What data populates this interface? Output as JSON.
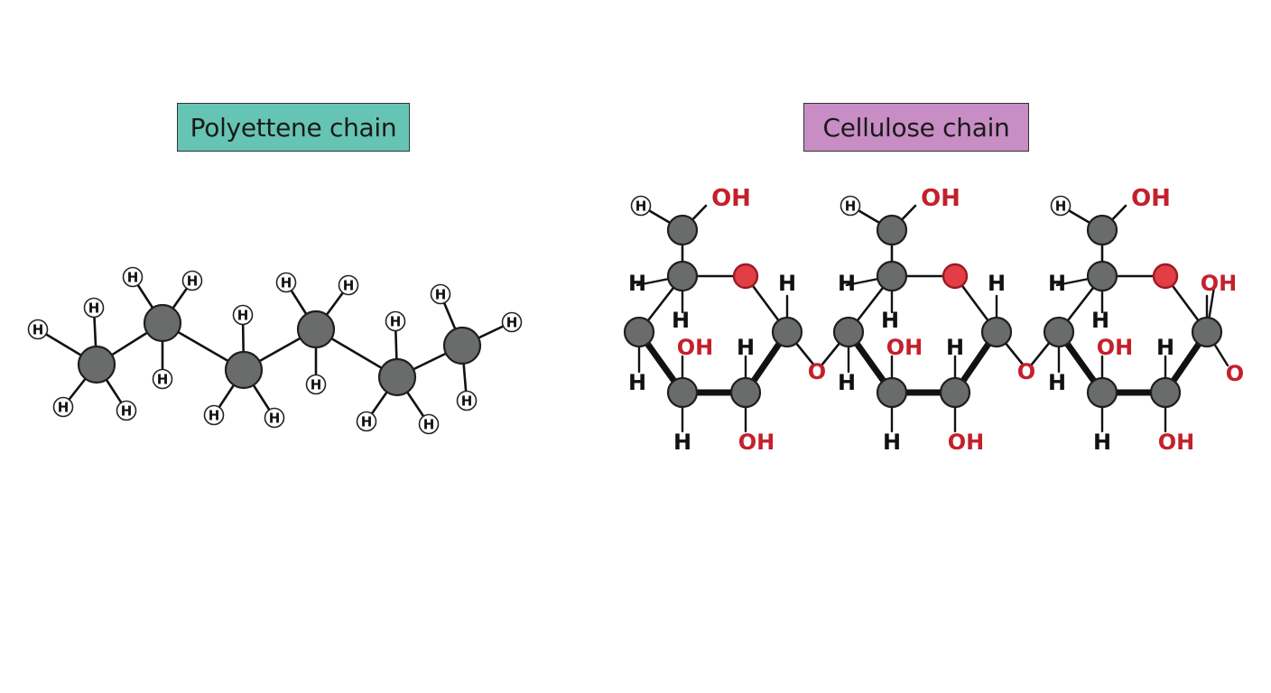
{
  "titles": {
    "left": "Polyettene chain",
    "right": "Cellulose chain"
  },
  "colors": {
    "left_title_bg": "#66C4B4",
    "right_title_bg": "#C78DC4",
    "carbon": "#6A6C6B",
    "oxygen": "#E23E46",
    "oxygen_text": "#C4202B",
    "hydrogen_fill": "#FFFFFF",
    "bond": "#111111"
  },
  "labels": {
    "hydrogen": "H",
    "oxygen": "O",
    "hydroxyl": "OH"
  }
}
